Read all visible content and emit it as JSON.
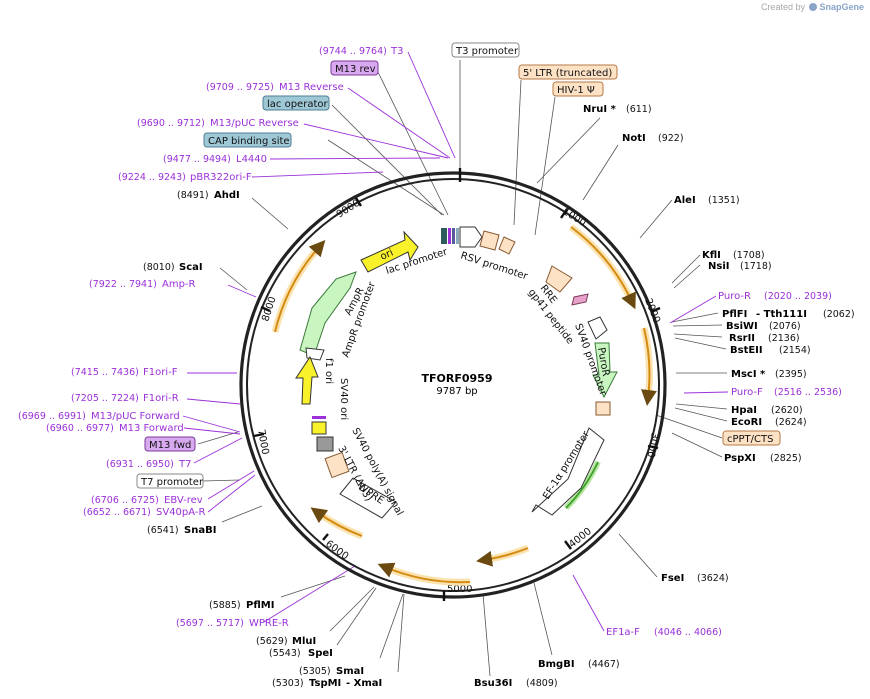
{
  "credit": {
    "prefix": "Created by",
    "brand": "SnapGene"
  },
  "plasmid": {
    "name": "TFORF0959",
    "length_label": "9787 bp"
  },
  "colors": {
    "primer": "#9b30d9",
    "orf": "#e8a21a",
    "orf_glow": "#fbe3b0",
    "backbone": "#222222"
  },
  "ticks": [
    {
      "label": "1000"
    },
    {
      "label": "2000"
    },
    {
      "label": "3000"
    },
    {
      "label": "4000"
    },
    {
      "label": "5000"
    },
    {
      "label": "6000"
    },
    {
      "label": "7000"
    },
    {
      "label": "8000"
    },
    {
      "label": "9000"
    }
  ],
  "sites": [
    {
      "name": "NruI *",
      "pos": "(611)"
    },
    {
      "name": "NotI",
      "pos": "(922)"
    },
    {
      "name": "AleI",
      "pos": "(1351)"
    },
    {
      "name": "KflI",
      "pos": "(1708)"
    },
    {
      "name": "NsiI",
      "pos": "(1718)"
    },
    {
      "name": "PflFI",
      "name2": "- Tth111I",
      "pos": "(2062)"
    },
    {
      "name": "BsiWI",
      "pos": "(2076)"
    },
    {
      "name": "RsrII",
      "pos": "(2136)"
    },
    {
      "name": "BstEII",
      "pos": "(2154)"
    },
    {
      "name": "MscI *",
      "pos": "(2395)"
    },
    {
      "name": "HpaI",
      "pos": "(2620)"
    },
    {
      "name": "EcoRI",
      "pos": "(2624)"
    },
    {
      "name": "PspXI",
      "pos": "(2825)"
    },
    {
      "name": "FseI",
      "pos": "(3624)"
    },
    {
      "name": "BmgBI",
      "pos": "(4467)"
    },
    {
      "name": "Bsu36I",
      "pos": "(4809)"
    },
    {
      "name": "TspMI",
      "name2": "- XmaI",
      "pos": "(5303)"
    },
    {
      "name": "SmaI",
      "pos": "(5305)"
    },
    {
      "name": "SpeI",
      "pos": "(5543)"
    },
    {
      "name": "MluI",
      "pos": "(5629)"
    },
    {
      "name": "PflMI",
      "pos": "(5885)"
    },
    {
      "name": "SnaBI",
      "pos": "(6541)"
    },
    {
      "name": "ScaI",
      "pos": "(8010)"
    },
    {
      "name": "AhdI",
      "pos": "(8491)"
    }
  ],
  "primers": [
    {
      "name": "T3",
      "pos": "(9744 .. 9764)"
    },
    {
      "name": "M13 Reverse",
      "pos": "(9709 .. 9725)"
    },
    {
      "name": "M13/pUC Reverse",
      "pos": "(9690 .. 9712)"
    },
    {
      "name": "L4440",
      "pos": "(9477 .. 9494)"
    },
    {
      "name": "pBR322ori-F",
      "pos": "(9224 .. 9243)"
    },
    {
      "name": "Amp-R",
      "pos": "(7922 .. 7941)"
    },
    {
      "name": "F1ori-F",
      "pos": "(7415 .. 7436)"
    },
    {
      "name": "F1ori-R",
      "pos": "(7205 .. 7224)"
    },
    {
      "name": "M13/pUC Forward",
      "pos": "(6969 .. 6991)"
    },
    {
      "name": "M13 Forward",
      "pos": "(6960 .. 6977)"
    },
    {
      "name": "T7",
      "pos": "(6931 .. 6950)"
    },
    {
      "name": "EBV-rev",
      "pos": "(6706 .. 6725)"
    },
    {
      "name": "SV40pA-R",
      "pos": "(6652 .. 6671)"
    },
    {
      "name": "WPRE-R",
      "pos": "(5697 .. 5717)"
    },
    {
      "name": "Puro-R",
      "pos": "(2020 .. 2039)"
    },
    {
      "name": "Puro-F",
      "pos": "(2516 .. 2536)"
    },
    {
      "name": "EF1a-F",
      "pos": "(4046 .. 4066)"
    }
  ],
  "boxed_labels": [
    {
      "text": "T3 promoter",
      "fill": "#ffffff",
      "stroke": "#888888"
    },
    {
      "text": "M13 rev",
      "fill": "#d9a9f0",
      "stroke": "#7a3a9a"
    },
    {
      "text": "5' LTR (truncated)",
      "fill": "#fde2c6",
      "stroke": "#b57a45"
    },
    {
      "text": "HIV-1 Ψ",
      "fill": "#fde2c6",
      "stroke": "#b57a45"
    },
    {
      "text": "lac operator",
      "fill": "#9fc8d6",
      "stroke": "#4f7f90"
    },
    {
      "text": "CAP binding site",
      "fill": "#9fc8d6",
      "stroke": "#4f7f90"
    },
    {
      "text": "cPPT/CTS",
      "fill": "#fde2c6",
      "stroke": "#b57a45"
    },
    {
      "text": "M13 fwd",
      "fill": "#d9a9f0",
      "stroke": "#7a3a9a"
    },
    {
      "text": "T7 promoter",
      "fill": "#ffffff",
      "stroke": "#888888"
    }
  ],
  "features": [
    {
      "text": "lac promoter"
    },
    {
      "text": "RSV promoter"
    },
    {
      "text": "RRE"
    },
    {
      "text": "gp41 peptide"
    },
    {
      "text": "SV40 promoter"
    },
    {
      "text": "PuroR"
    },
    {
      "text": "EF-1α promoter"
    },
    {
      "text": "ori"
    },
    {
      "text": "AmpR"
    },
    {
      "text": "AmpR promoter"
    },
    {
      "text": "f1 ori"
    },
    {
      "text": "SV40 ori"
    },
    {
      "text": "SV40 poly(A) signal"
    },
    {
      "text": "3' LTR (ΔU3)"
    },
    {
      "text": "WPRE"
    }
  ]
}
